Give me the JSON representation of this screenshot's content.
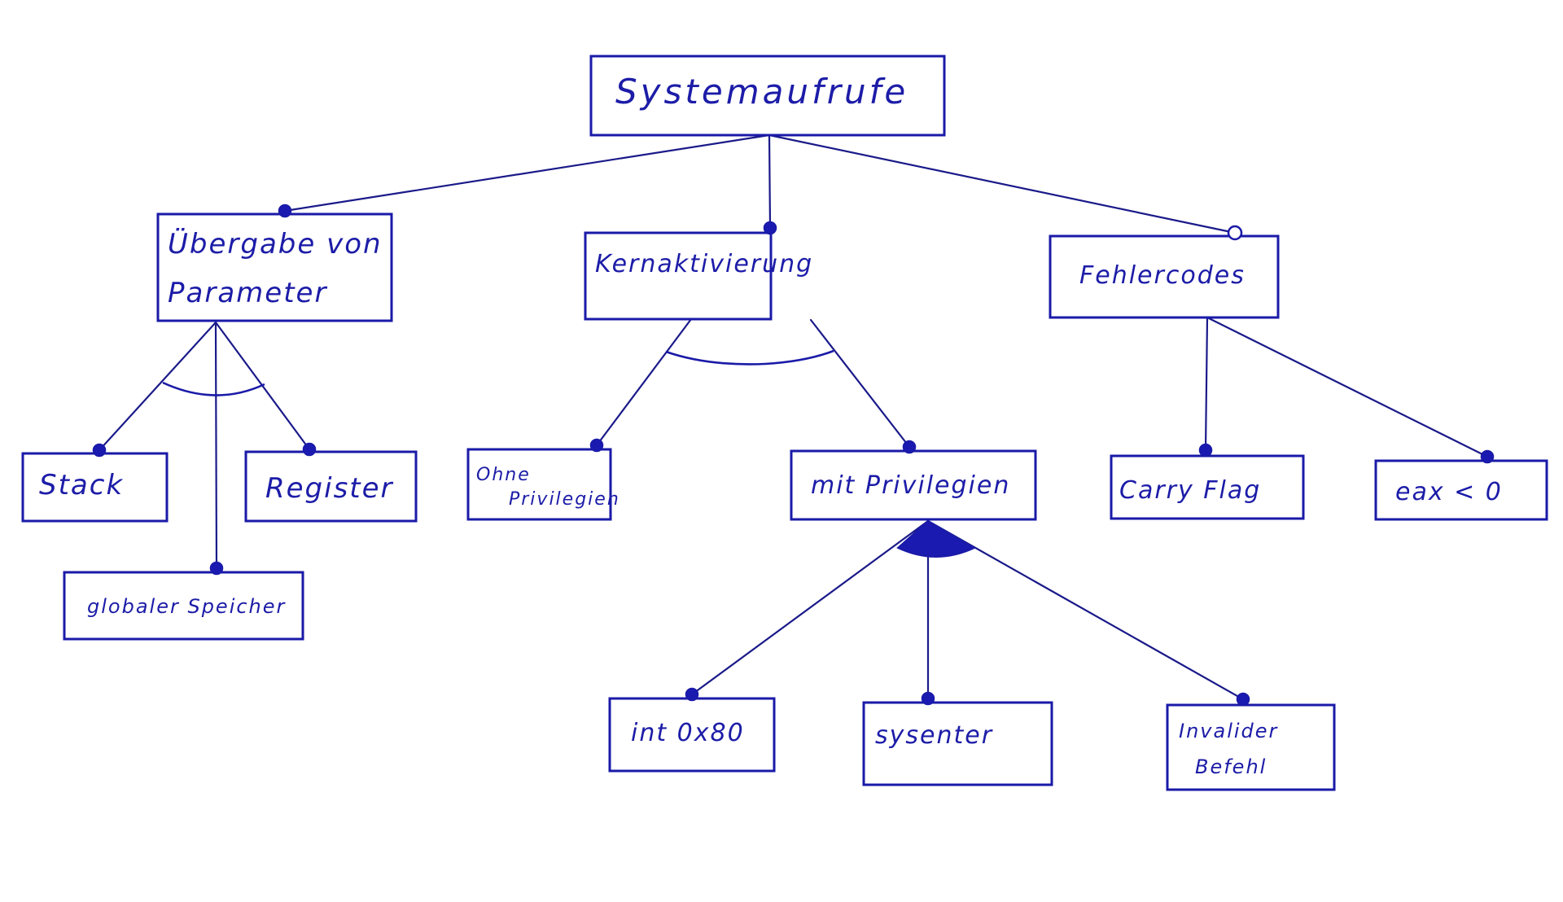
{
  "diagram": {
    "type": "feature-model",
    "colors": {
      "ink": "#1a1aa8",
      "background": "#ffffff"
    },
    "root": {
      "id": "systemaufrufe",
      "label": "Systemaufrufe"
    },
    "nodes": {
      "uebergabe": {
        "label_lines": [
          "Übergabe von",
          "Parameter"
        ]
      },
      "kern": {
        "label_lines": [
          "Kernaktivierung"
        ]
      },
      "fehler": {
        "label_lines": [
          "Fehlercodes"
        ]
      },
      "stack": {
        "label_lines": [
          "Stack"
        ]
      },
      "register": {
        "label_lines": [
          "Register"
        ]
      },
      "global": {
        "label_lines": [
          "globaler Speicher"
        ]
      },
      "ohne": {
        "label_lines": [
          "Ohne",
          "Privilegien"
        ]
      },
      "mit": {
        "label_lines": [
          "mit Privilegien"
        ]
      },
      "carry": {
        "label_lines": [
          "Carry Flag"
        ]
      },
      "eax": {
        "label_lines": [
          "eax < 0"
        ]
      },
      "int80": {
        "label_lines": [
          "int 0x80"
        ]
      },
      "sysenter": {
        "label_lines": [
          "sysenter"
        ]
      },
      "invalid": {
        "label_lines": [
          "Invalider",
          "Befehl"
        ]
      }
    },
    "edges": [
      {
        "from": "systemaufrufe",
        "to": "uebergabe",
        "end": "mandatory"
      },
      {
        "from": "systemaufrufe",
        "to": "kern",
        "end": "mandatory"
      },
      {
        "from": "systemaufrufe",
        "to": "fehler",
        "end": "optional"
      },
      {
        "from": "uebergabe",
        "to": "stack",
        "end": "mandatory"
      },
      {
        "from": "uebergabe",
        "to": "global",
        "end": "mandatory"
      },
      {
        "from": "uebergabe",
        "to": "register",
        "end": "mandatory"
      },
      {
        "from": "kern",
        "to": "ohne",
        "end": "mandatory"
      },
      {
        "from": "kern",
        "to": "mit",
        "end": "mandatory"
      },
      {
        "from": "fehler",
        "to": "carry",
        "end": "mandatory"
      },
      {
        "from": "fehler",
        "to": "eax",
        "end": "mandatory"
      },
      {
        "from": "mit",
        "to": "int80",
        "end": "mandatory"
      },
      {
        "from": "mit",
        "to": "sysenter",
        "end": "mandatory"
      },
      {
        "from": "mit",
        "to": "invalid",
        "end": "mandatory"
      }
    ],
    "groups": [
      {
        "parent": "uebergabe",
        "kind": "alternative"
      },
      {
        "parent": "kern",
        "kind": "alternative"
      },
      {
        "parent": "mit",
        "kind": "or"
      }
    ]
  }
}
